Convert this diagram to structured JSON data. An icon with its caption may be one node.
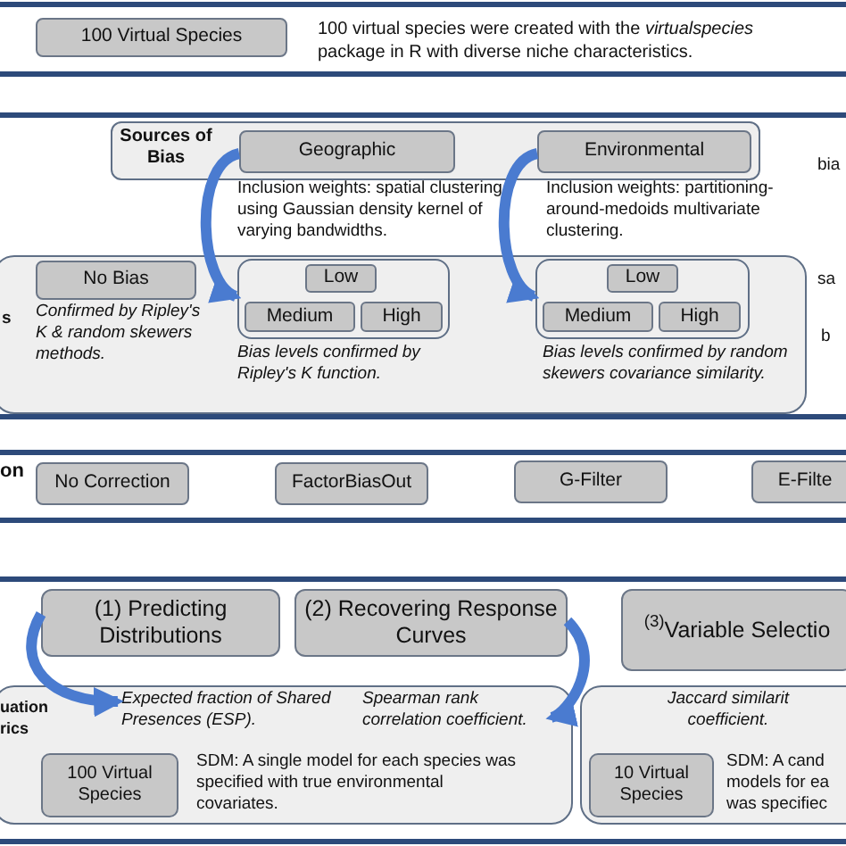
{
  "diagram": {
    "nodes": [
      {
        "text": [
          "100 Virtual Species"
        ]
      },
      {
        "text": [
          "Sources of Bias"
        ]
      },
      {
        "text": [
          "Geographic"
        ],
        "in": 1
      },
      {
        "text": [
          "Environmental"
        ],
        "in": 1
      },
      {
        "text": [],
        "shape": "box"
      },
      {
        "text": [
          "No Bias"
        ],
        "in": 4,
        "beside": [
          "Confirmed by Ripley's K & random skewers methods."
        ]
      },
      {
        "text": [],
        "shape": "box",
        "in": 4,
        "beside": [
          "Bias levels confirmed by Ripley's K function."
        ]
      },
      {
        "text": [
          "Low"
        ],
        "in": 6
      },
      {
        "text": [
          "Medium"
        ],
        "in": 6
      },
      {
        "text": [
          "High"
        ],
        "in": 6
      },
      {
        "text": [],
        "shape": "box",
        "in": 4,
        "beside": [
          "Bias levels confirmed by random skewers covariance similarity."
        ]
      },
      {
        "text": [
          "Low"
        ],
        "in": 10
      },
      {
        "text": [
          "Medium"
        ],
        "in": 10
      },
      {
        "text": [
          "High"
        ],
        "in": 10
      },
      {
        "text": [
          "No Correction"
        ]
      },
      {
        "text": [
          "FactorBiasOut"
        ]
      },
      {
        "text": [
          "G-Filter"
        ]
      },
      {
        "text": [
          "E-Filte"
        ]
      },
      {
        "text": [
          "(1) Predicting Distributions"
        ]
      },
      {
        "text": [
          "(2) Recovering Response Curves"
        ]
      },
      {
        "text": [
          "$^{(3)}$Variable Selectio"
        ]
      },
      {
        "text": [],
        "shape": "box"
      },
      {
        "text": [
          "Expected fraction of Shared Presences (ESP)."
        ],
        "in": 21
      },
      {
        "text": [
          "Spearman rank correlation coefficient."
        ],
        "in": 21
      },
      {
        "text": [
          "100 Virtual Species"
        ],
        "in": 21,
        "beside": [
          "SDM: A single model for each species was specified with true environmental covariates."
        ]
      },
      {
        "text": [],
        "shape": "box"
      },
      {
        "text": [
          "10 Virtual Species"
        ],
        "in": 25,
        "beside": [
          "SDM: A cand models for ea was specifiec"
        ]
      }
    ],
    "edges": [
      {
        "from": 2,
        "to": 6,
        "arrow": "to"
      },
      {
        "from": 3,
        "to": 10,
        "arrow": "to"
      },
      {
        "from": 18,
        "to": 22,
        "arrow": "to"
      },
      {
        "from": 19,
        "to": 23,
        "arrow": "to"
      }
    ],
    "labels": [
      "100 virtual species were created with the *virtualspecies* package in R with diverse niche characteristics.",
      "Inclusion weights: spatial clustering using Gaussian density kernel of varying bandwidths.",
      "Inclusion weights: partitioning-around-medoids multivariate clustering.",
      "bia",
      "s",
      "sa",
      "b",
      "on",
      "uation rics",
      "Jaccard similarit coefficient."
    ]
  }
}
